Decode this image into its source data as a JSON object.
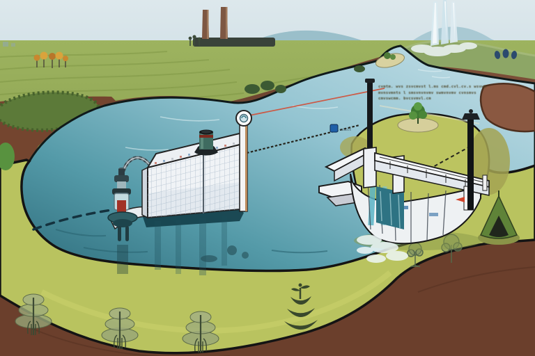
{
  "scene": {
    "type": "illustration",
    "subject": "stylized aerial landscape of a water reservoir with filtration building, pump, cable mast and spillway weir beside a winding river",
    "annotation": {
      "line1": "cvmtm. wvs zsvcmvst l.ms cmd.cvl.cv.s wsvwm",
      "line2": "mvnsvmnts l smsvnvnvmv swmvnvmv cvnsmvs",
      "line3": "cmvswcmm. bvcsvmvl.cm",
      "chain_tag": "mcdult"
    },
    "palette": {
      "sky": "#d7e3e8",
      "distant_hill": "#9cc0cc",
      "field_green": "#97ac59",
      "furrow_green": "#7f9746",
      "river_blue": "#bcdce6",
      "pond_light": "#c2dde6",
      "pond_deep": "#2e6d7c",
      "bank_yellow_green": "#b9c35f",
      "soil_brown": "#74452f",
      "soil_dark": "#5a3322",
      "crop_patch_green": "#5c7a39",
      "building_white": "#f0f3f6",
      "grid_line": "#b4c2d0",
      "vent_teal": "#3f6b60",
      "pump_red": "#a23226",
      "cable_red": "#d14f38",
      "chain_dark": "#26261e",
      "pole_black": "#121518",
      "weir_white": "#eef1f3",
      "glass_teal": "#59b4c6",
      "gauge_red": "#c23524",
      "label_blue": "#1f5fa8",
      "outline_black": "#141414",
      "tree_grey_green": "#97a578",
      "cone_tree_green": "#5f8338",
      "orange_tree": "#c9872e"
    }
  }
}
